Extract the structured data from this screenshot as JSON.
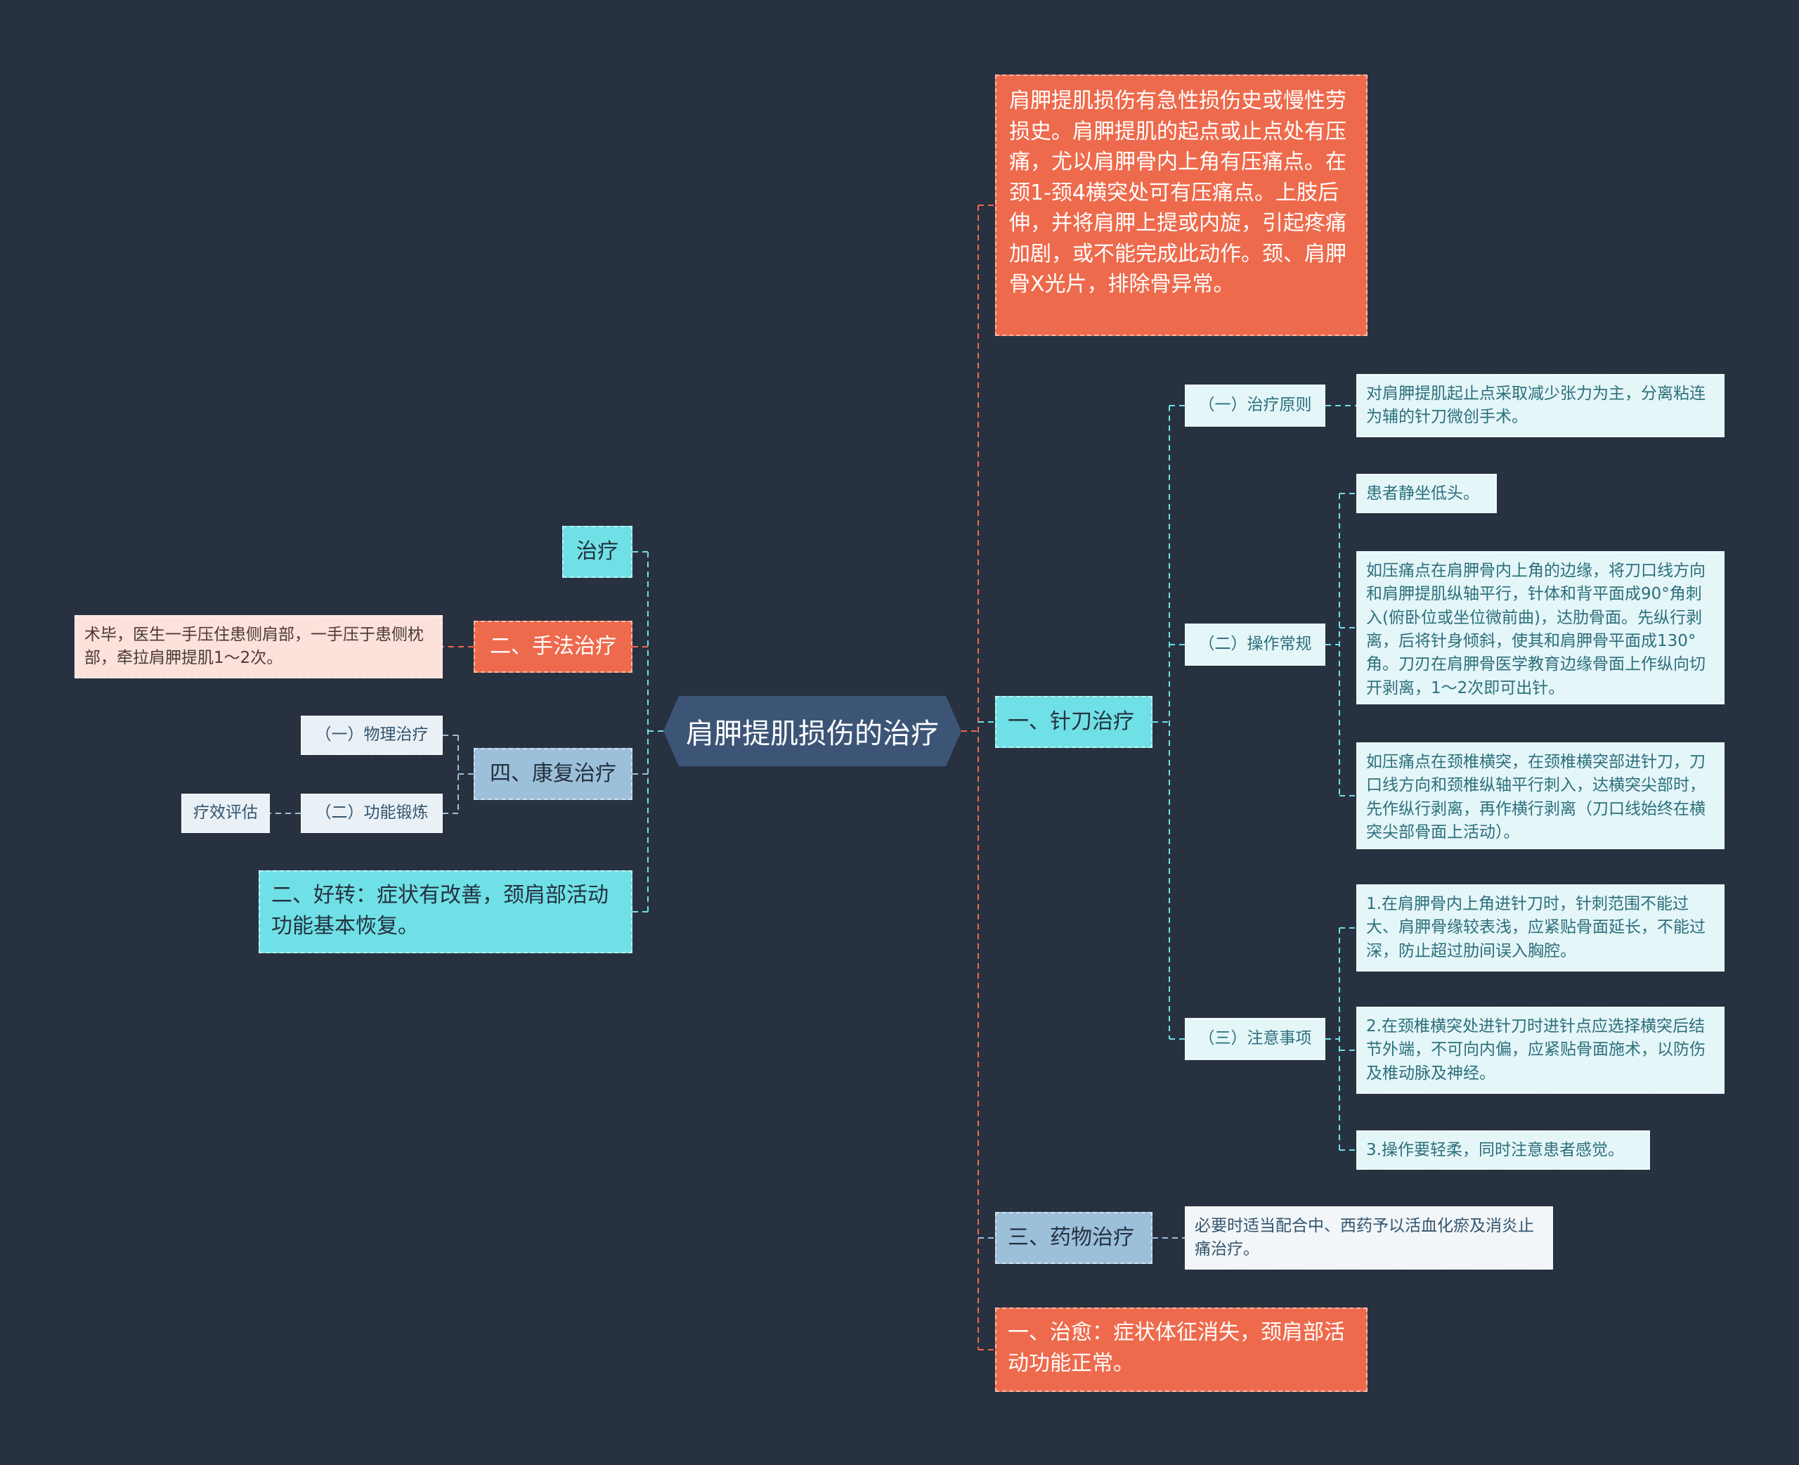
{
  "center": "肩胛提肌损伤的治疗",
  "right": {
    "diagnosis": "肩胛提肌损伤有急性损伤史或慢性劳损史。肩胛提肌的起点或止点处有压痛，尤以肩胛骨内上角有压痛点。在颈1-颈4横突处可有压痛点。上肢后伸，并将肩胛上提或内旋，引起疼痛加剧，或不能完成此动作。颈、肩胛骨X光片，排除骨异常。",
    "acupotomy": {
      "title": "一、针刀治疗",
      "principle": {
        "label": "（一）治疗原则",
        "text": "对肩胛提肌起止点采取减少张力为主，分离粘连为辅的针刀微创手术。"
      },
      "routine": {
        "label": "（二）操作常规",
        "items": [
          "患者静坐低头。",
          "如压痛点在肩胛骨内上角的边缘，将刀口线方向和肩胛提肌纵轴平行，针体和背平面成90°角刺入(俯卧位或坐位微前曲)，达肋骨面。先纵行剥离，后将针身倾斜，使其和肩胛骨平面成130°角。刀刃在肩胛骨医学教育边缘骨面上作纵向切开剥离，1～2次即可出针。",
          "如压痛点在颈椎横突，在颈椎横突部进针刀，刀口线方向和颈椎纵轴平行刺入，达横突尖部时，先作纵行剥离，再作横行剥离（刀口线始终在横突尖部骨面上活动）。"
        ]
      },
      "notes": {
        "label": "（三）注意事项",
        "items": [
          "1.在肩胛骨内上角进针刀时，针刺范围不能过大、肩胛骨缘较表浅，应紧贴骨面延长，不能过深，防止超过肋间误入胸腔。",
          "2.在颈椎横突处进针刀时进针点应选择横突后结节外端，不可向内偏，应紧贴骨面施术，以防伤及椎动脉及神经。",
          "3.操作要轻柔，同时注意患者感觉。"
        ]
      }
    },
    "medicine": {
      "title": "三、药物治疗",
      "text": "必要时适当配合中、西药予以活血化瘀及消炎止痛治疗。"
    },
    "cured": "一、治愈：症状体征消失，颈肩部活动功能正常。"
  },
  "left": {
    "treatment": "治疗",
    "manual": {
      "title": "二、手法治疗",
      "text": "术毕，医生一手压住患侧肩部，一手压于患侧枕部，牵拉肩胛提肌1～2次。"
    },
    "rehab": {
      "title": "四、康复治疗",
      "physical": "（一）物理治疗",
      "exercise": "（二）功能锻炼",
      "evaluation": "疗效评估"
    },
    "improved": "二、好转：症状有改善，颈肩部活动功能基本恢复。"
  },
  "colors": {
    "background": "#283140",
    "center": "#3c5577",
    "orange": "#ee6a4c",
    "cyan": "#6fe0e6",
    "steel": "#9cbfda",
    "pale": "#e4f6f8"
  }
}
